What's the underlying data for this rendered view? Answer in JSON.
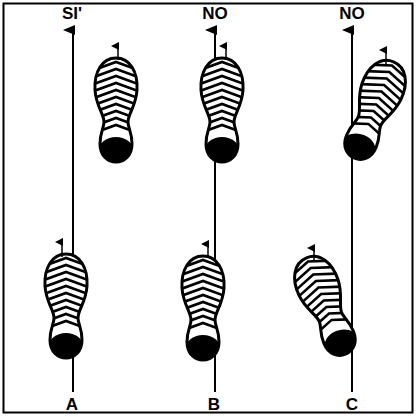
{
  "diagram": {
    "labels": [
      "SI'",
      "NO",
      "NO",
      "A",
      "B",
      "C"
    ]
  }
}
